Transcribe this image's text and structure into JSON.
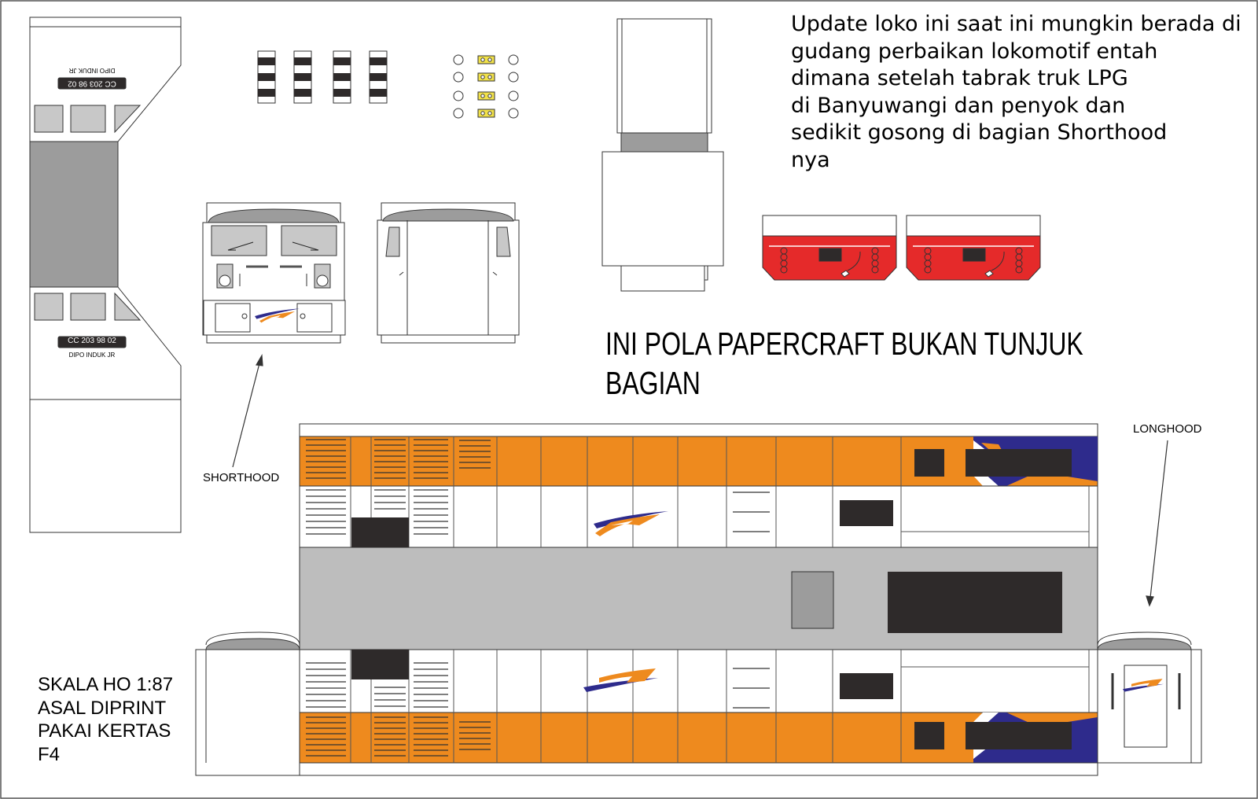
{
  "description": {
    "lines": [
      "Update loko ini saat ini mungkin berada di",
      "gudang perbaikan lokomotif entah",
      "dimana setelah tabrak truk LPG",
      "di Banyuwangi dan penyok dan",
      "sedikit gosong di bagian Shorthood",
      "nya"
    ]
  },
  "pattern_notice": {
    "lines": [
      "INI POLA PAPERCRAFT BUKAN TUNJUK",
      "BAGIAN"
    ]
  },
  "scale_note": {
    "lines": [
      "SKALA HO 1:87",
      "ASAL DIPRINT",
      "PAKAI KERTAS",
      "F4"
    ]
  },
  "callouts": {
    "shorthood": "SHORTHOOD",
    "longhood": "LONGHOOD"
  },
  "roof_panel": {
    "number_plate_top": "CC 203 98 02",
    "depot_top": "DIPO INDUK JR",
    "number_plate_bottom": "CC 203 98 02",
    "depot_bottom": "DIPO INDUK JR"
  },
  "colors": {
    "orange": "#EE8A1E",
    "navy": "#2E2B8C",
    "red": "#E52A2A",
    "gray": "#9C9C9C",
    "light_gray": "#BDBDBD",
    "dark": "#2E2A2A",
    "yellow": "#F2E24A"
  }
}
